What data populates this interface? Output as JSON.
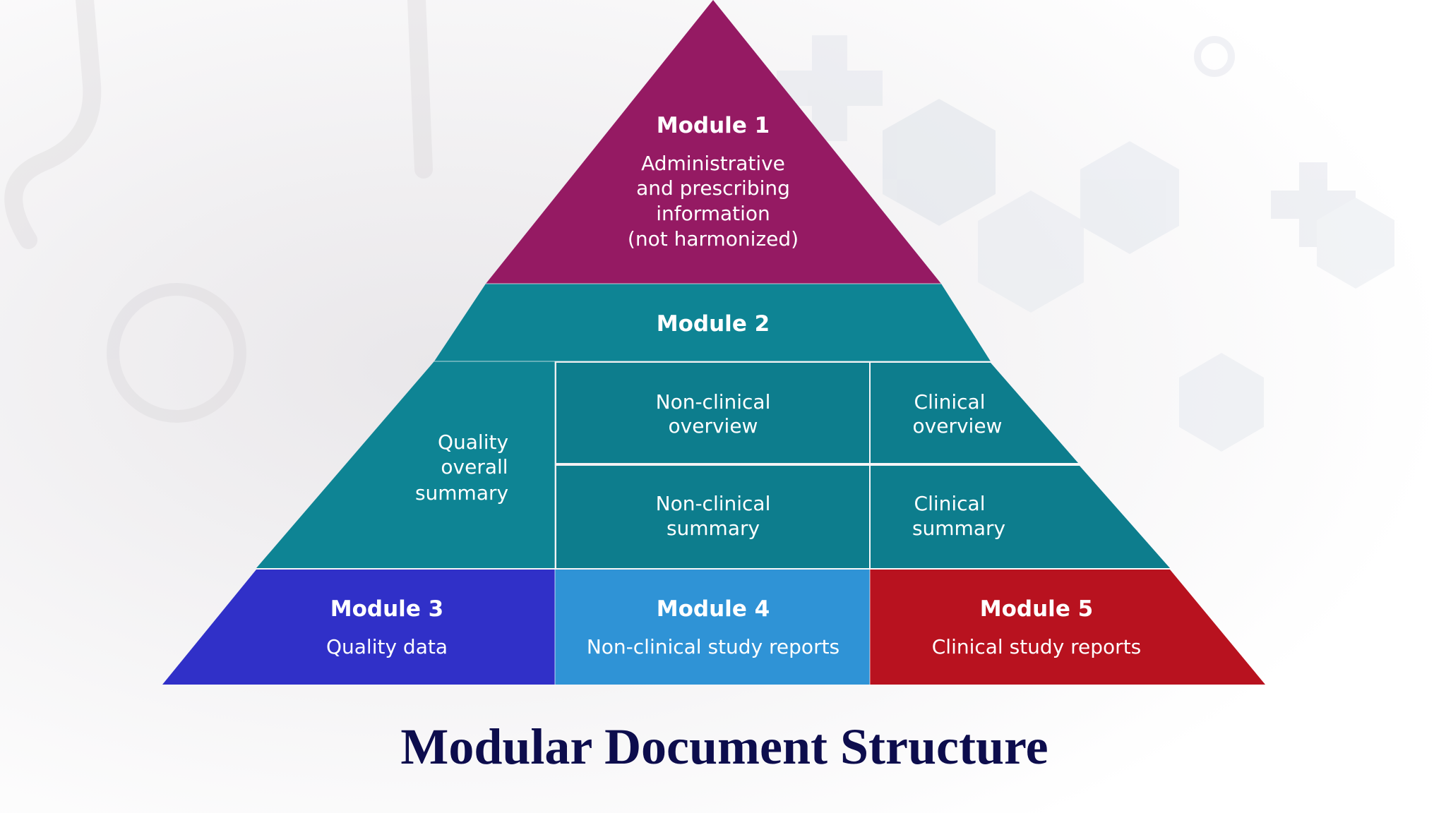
{
  "diagram": {
    "module1": {
      "title": "Module 1",
      "lines": [
        "Administrative",
        "and prescribing",
        "information",
        "(not harmonized)"
      ]
    },
    "module2": {
      "title": "Module 2",
      "quality_overall_summary": [
        "Quality",
        "overall",
        "summary"
      ],
      "nonclinical_overview": [
        "Non-clinical",
        "overview"
      ],
      "clinical_overview": [
        "Clinical",
        "overview"
      ],
      "nonclinical_summary": [
        "Non-clinical",
        "summary"
      ],
      "clinical_summary": [
        "Clinical",
        "summary"
      ]
    },
    "module3": {
      "title": "Module 3",
      "subtitle": "Quality data"
    },
    "module4": {
      "title": "Module 4",
      "subtitle": "Non-clinical study reports"
    },
    "module5": {
      "title": "Module 5",
      "subtitle": "Clinical study reports"
    }
  },
  "footer": {
    "title": "Modular Document Structure"
  },
  "colors": {
    "module1": "#951a63",
    "module2": "#0e8494",
    "module3": "#3030c8",
    "module4": "#2f93d6",
    "module5": "#b8121f",
    "title": "#0d0d4d"
  },
  "background_icons": [
    "stethoscope-icon",
    "medical-cross-icon",
    "doctor-icon",
    "medical-kit-icon",
    "fire-icon",
    "pill-icon"
  ]
}
